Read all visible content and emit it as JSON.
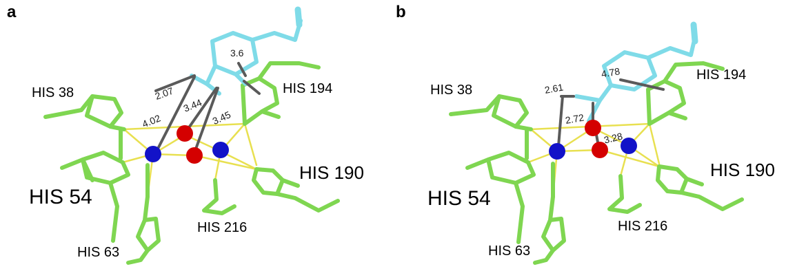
{
  "colors": {
    "histidine": "#7fd651",
    "histidine_dark": "#4a9a2a",
    "substrate": "#7fdbe8",
    "substrate_dark": "#3aa7b8",
    "copper": "#1212c8",
    "oxygen": "#d40000",
    "coordination_bond": "#e8e050",
    "distance_line": "#5a5a5a"
  },
  "panels": [
    {
      "label": "a",
      "residues": {
        "his38": "HIS 38",
        "his54": "HIS 54",
        "his63": "HIS 63",
        "his194": "HIS 194",
        "his190": "HIS 190",
        "his216": "HIS 216"
      },
      "distances": [
        "2.07",
        "4.02",
        "3.44",
        "3.45",
        "3.6"
      ]
    },
    {
      "label": "b",
      "residues": {
        "his38": "HIS 38",
        "his54": "HIS 54",
        "his63": "HIS 63",
        "his194": "HIS 194",
        "his190": "HIS 190",
        "his216": "HIS 216"
      },
      "distances": [
        "2.61",
        "2.72",
        "3.28",
        "4.78"
      ]
    }
  ]
}
